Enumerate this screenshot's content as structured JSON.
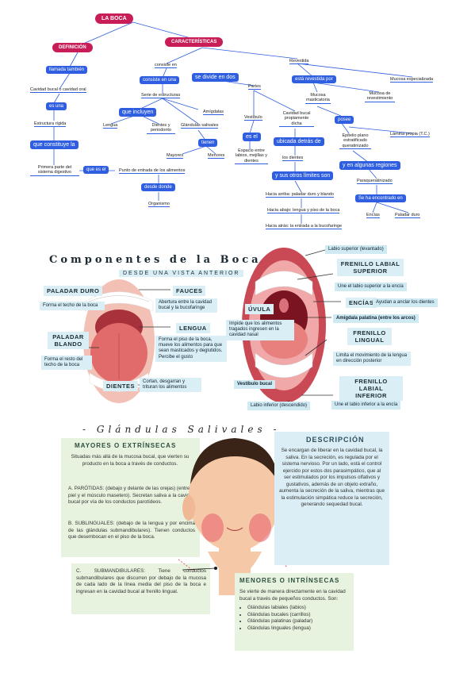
{
  "mindmap": {
    "root": "LA BOCA",
    "definicion": "DEFINICIÓN",
    "caracteristicas": "CARACTERÍSTICAS",
    "llamada_tambien": "llamada también",
    "cavidad_bucal": "Cavidad bucal o cavidad oral",
    "es_una": "es una",
    "estructura_rigida": "Estructura rígida",
    "que_constituye": "que constituye la",
    "primera_parte": "Primera parte del sistema digestivo",
    "que_es_el": "que es el",
    "punto_entrada": "Punto de entrada de los alimentos",
    "desde_donde": "desde donde",
    "organismo": "Organismo",
    "se_divide_en_dos": "se divide en dos",
    "consiste": "consiste en",
    "consiste_en_una": "consiste en una",
    "serie_estructuras": "Serie de estructuras",
    "que_incluyen": "que incluyen",
    "lengua": "Lengua",
    "dientes": "Dientes y periodonto",
    "glandulas_salivales": "Glándulas salivales",
    "amigdalas": "Amígdalas",
    "tienen": "tienen",
    "mayores": "Mayores",
    "menores": "Menores",
    "partes": "Partes",
    "vestibulo": "Vestíbulo",
    "es_el": "es el",
    "espacio_entre": "Espacio entre labios, mejillas y dientes",
    "cavidad_propiamente": "Cavidad bucal propiamente dicha",
    "ubicada_detras": "ubicada detrás de",
    "los_dientes": "los dientes",
    "y_sus_limites": "y sus otros límites son",
    "hacia_arriba": "Hacia arriba: paladar duro y blando",
    "hacia_abajo": "Hacia abajo: lengua y piso de la boca",
    "hacia_atras": "Hacia atrás: la entrada a la bucofaringe",
    "revestida": "Revestida",
    "esta_revestida": "está revestida por",
    "mucosa_especializada": "Mucosa especializada",
    "mucosa_masticatoria": "Mucosa masticatoria",
    "mucosa_revestimiento": "Mucosa de revestimiento",
    "posee": "posee",
    "epitelio": "Epitelio plano estratificado queratinizado",
    "lamina_propia": "Lámina propia (T.C.)",
    "y_en_algunas": "y en algunas regiones",
    "paraqueratinizado": "Paraqueratinizado",
    "se_ha_encontrado": "Se ha encontrado en",
    "encias": "Encías",
    "paladar_duro": "Paladar duro"
  },
  "components": {
    "title": "Componentes de la Boca",
    "subtitle": "DESDE UNA VISTA ANTERIOR",
    "paladar_duro": "PALADAR DURO",
    "paladar_duro_desc": "Forma el techo de la boca",
    "fauces": "FAUCES",
    "fauces_desc": "Abertura entre la cavidad bucal y la bucofaringe",
    "paladar_blando": "PALADAR BLANDO",
    "paladar_blando_desc": "Forma el resto del techo de la boca",
    "lengua": "LENGUA",
    "lengua_desc": "Forma el piso de la boca, mueve los alimentos para que sean masticados y deglutidos. Percibe el gusto",
    "dientes": "DIENTES",
    "dientes_desc": "Cortan, desgarran y trituran los alimentos",
    "labio_superior": "Labio superior (levantado)",
    "frenillo_superior": "FRENILLO LABIAL SUPERIOR",
    "frenillo_superior_desc": "Une el labio superior a la encía",
    "uvula": "ÚVULA",
    "uvula_desc": "Impide que los alimentos tragados ingresen en la cavidad nasal",
    "encias": "ENCÍAS",
    "encias_desc": "Ayudan a anclar los dientes",
    "amigdala": "Amígdala palatina (entre los arcos)",
    "frenillo_lingual": "FRENILLO LINGUAL",
    "frenillo_lingual_desc": "Limita el movimiento de la lengua en dirección posterior",
    "vestibulo": "Vestíbulo bucal",
    "frenillo_inferior": "FRENILLO LABIAL INFERIOR",
    "labio_inferior": "Labio inferior (descendido)",
    "frenillo_inferior_desc": "Une el labio inferior a la encía"
  },
  "glands": {
    "title": "- Glándulas Salivales -",
    "mayores_title": "MAYORES O EXTRÍNSECAS",
    "mayores_intro": "Situadas más allá de la mucosa bucal, que vierten su producto en la boca a través de conductos.",
    "parotidas": "A. PARÓTIDAS: (debajo y delante de las orejas) (entre la piel y el músculo masetero). Secretan saliva a la cavidad bucal por vía de los conductos parotídeos.",
    "sublinguales": "B. SUBLINGUALES: (debajo de la lengua y por encima de las glándulas submandibulares). Tienen conductos que desembocan en el piso de la boca.",
    "submandibulares": "C. SUBMANDIBULARES: Tiene conductos submandibulares que discurren por debajo de la mucosa de cada lado de la línea media del piso de la boca e ingresan en la cavidad bucal al frenillo lingual.",
    "descripcion_title": "DESCRIPCIÓN",
    "descripcion": "Se encargan de liberar en la cavidad bucal, la saliva. En la secreción, es regulada por el sistema nervioso. Por un lado, está el control ejercido por estos dos parasimpático, que al ser estimulados por los impulsos olfativos y gustativos, además de un objeto extraño, aumenta la secreción de la saliva, mientras que la estimulación simpática reduce la secreción, generando sequedad bucal.",
    "menores_title": "MENORES O INTRÍNSECAS",
    "menores_intro": "Se vierte de manera directamente en la cavidad bucal a través de pequeños conductos. Son:",
    "menores_list": [
      "Glándulas labiales (labios)",
      "Glándulas bucales (carrillos)",
      "Glándulas palatinas (paladar)",
      "Glándulas linguales (lengua)"
    ]
  }
}
